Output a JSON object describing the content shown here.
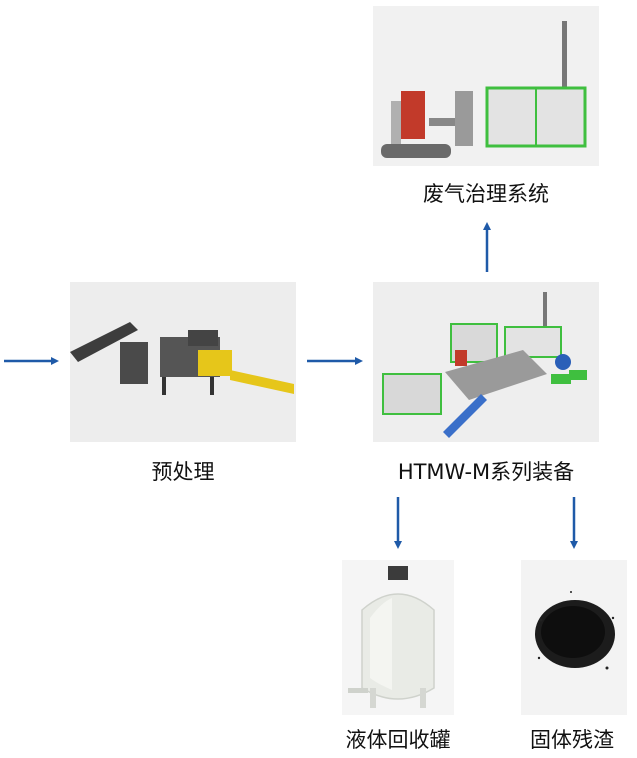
{
  "nodes": {
    "exhaust": {
      "label": "废气治理系统"
    },
    "pretreat": {
      "label": "预处理"
    },
    "htmw": {
      "label": "HTMW-M系列装备"
    },
    "liquid": {
      "label": "液体回收罐"
    },
    "solid": {
      "label": "固体残渣"
    }
  },
  "colors": {
    "arrow": "#1f5aa8",
    "box_green": "#3fbf3f",
    "machine_yellow": "#e6c61a"
  }
}
